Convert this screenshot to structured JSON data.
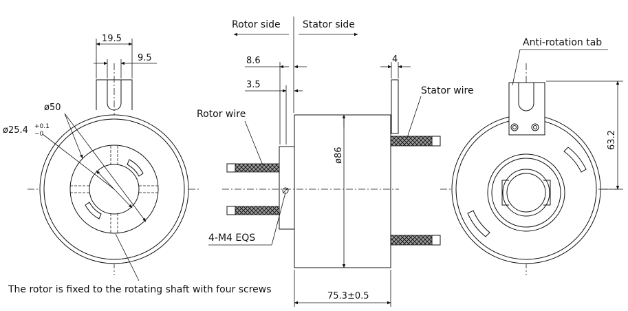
{
  "labels": {
    "rotor_side": "Rotor side",
    "stator_side": "Stator side",
    "rotor_wire": "Rotor wire",
    "stator_wire": "Stator wire",
    "anti_rotation_tab": "Anti-rotation tab",
    "screws": "4-M4 EQS",
    "note": "The rotor is fixed to the rotating shaft with four screws"
  },
  "dimensions": {
    "tab_width": "19.5",
    "tab_slot": "9.5",
    "outer_dia": "ø50",
    "bore_dia": "ø25.4",
    "bore_tol_upper": "+0.1",
    "bore_tol_lower": "−0",
    "flange_thickness": "8.6",
    "rotor_offset": "3.5",
    "body_dia": "ø86",
    "tab_thickness": "4",
    "body_length": "75.3±0.5",
    "tab_height": "63.2"
  }
}
